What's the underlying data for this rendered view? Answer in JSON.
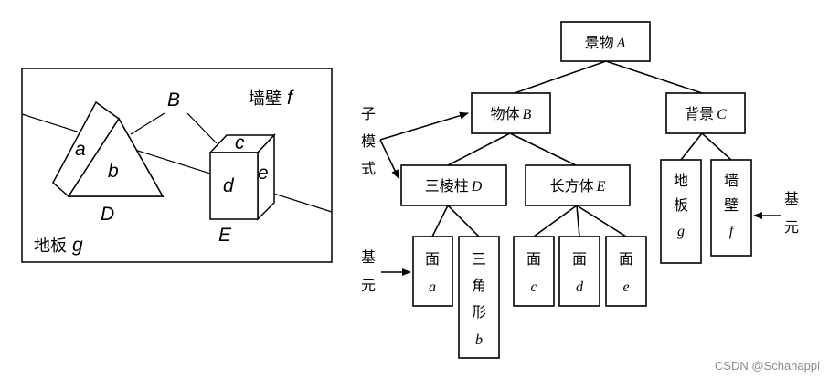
{
  "scene": {
    "label_b_top": "B",
    "wall": "墙壁",
    "wall_var": "f",
    "label_a": "a",
    "label_b": "b",
    "label_c": "c",
    "label_d": "d",
    "label_e": "e",
    "label_D": "D",
    "label_E": "E",
    "floor": "地板",
    "floor_var": "g"
  },
  "tree": {
    "root": {
      "text": "景物",
      "var": "A"
    },
    "object": {
      "text": "物体",
      "var": "B"
    },
    "background": {
      "text": "背景",
      "var": "C"
    },
    "prism": {
      "text": "三棱柱",
      "var": "D"
    },
    "cuboid": {
      "text": "长方体",
      "var": "E"
    },
    "floor_chars": [
      "地",
      "板"
    ],
    "floor_var": "g",
    "wall_chars": [
      "墙",
      "壁"
    ],
    "wall_var": "f",
    "face_char": "面",
    "face_a_var": "a",
    "triangle_chars": [
      "三",
      "角",
      "形"
    ],
    "triangle_var": "b",
    "face_c_var": "c",
    "face_d_var": "d",
    "face_e_var": "e"
  },
  "annotations": {
    "submodel_chars": [
      "子",
      "模",
      "式"
    ],
    "primitive_chars_left": [
      "基",
      "元"
    ],
    "primitive_chars_right": [
      "基",
      "元"
    ]
  },
  "watermark": "CSDN @Schanappi"
}
